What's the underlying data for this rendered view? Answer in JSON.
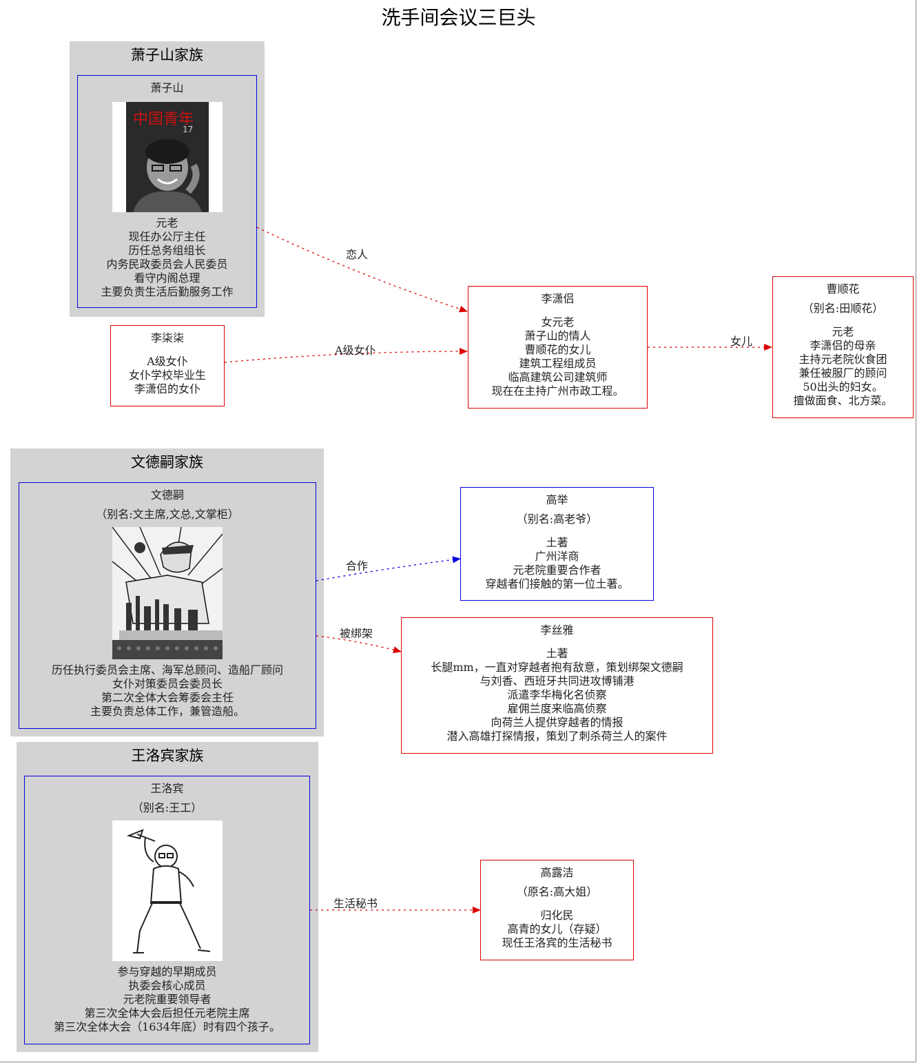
{
  "title": "洗手间会议三巨头",
  "clusters": [
    {
      "label": "萧子山家族"
    },
    {
      "label": "文德嗣家族"
    },
    {
      "label": "王洛宾家族"
    }
  ],
  "nodes": {
    "xiaozishan": {
      "name": "萧子山",
      "desc": [
        "元老",
        "现任办公厅主任",
        "历任总务组组长",
        "内务民政委员会人民委员",
        "看守内阁总理",
        "主要负责生活后勤服务工作"
      ],
      "portrait_text": "中国青年",
      "portrait_num": "17"
    },
    "liqiqi": {
      "name": "李柒柒",
      "desc": [
        "A级女仆",
        "女仆学校毕业生",
        "李潇侣的女仆"
      ]
    },
    "lixiaolv": {
      "name": "李潇侣",
      "desc": [
        "女元老",
        "萧子山的情人",
        "曹顺花的女儿",
        "建筑工程组成员",
        "临高建筑公司建筑师",
        "现在在主持广州市政工程。"
      ]
    },
    "caoshunhua": {
      "name": "曹顺花",
      "alias": "（别名:田顺花）",
      "desc": [
        "元老",
        "李潇侣的母亲",
        "主持元老院伙食团",
        "兼任被服厂的顾问",
        "50出头的妇女。",
        "擅做面食、北方菜。"
      ]
    },
    "wendesi": {
      "name": "文德嗣",
      "alias": "（别名:文主席,文总,文掌柜）",
      "desc": [
        "历任执行委员会主席、海军总顾问、造船厂顾问",
        "女仆对策委员会委员长",
        "第二次全体大会筹委会主任",
        "主要负责总体工作，兼管造船。"
      ]
    },
    "gaoju": {
      "name": "高举",
      "alias": "（别名:高老爷）",
      "desc": [
        "土著",
        "广州洋商",
        "元老院重要合作者",
        "穿越者们接触的第一位土著。"
      ]
    },
    "lisiya": {
      "name": "李丝雅",
      "desc": [
        "土著",
        "长腿mm，一直对穿越者抱有敌意，策划绑架文德嗣",
        "与刘香、西班牙共同进攻博铺港",
        "派遣李华梅化名侦察",
        "雇佣兰度来临高侦察",
        "向荷兰人提供穿越者的情报",
        "潜入高雄打探情报，策划了刺杀荷兰人的案件"
      ]
    },
    "wangluobin": {
      "name": "王洛宾",
      "alias": "（别名:王工）",
      "desc": [
        "参与穿越的早期成员",
        "执委会核心成员",
        "元老院重要领导者",
        "第三次全体大会后担任元老院主席",
        "第三次全体大会（1634年底）时有四个孩子。"
      ]
    },
    "gaolujie": {
      "name": "高露洁",
      "alias": "（原名:高大姐）",
      "desc": [
        "归化民",
        "高青的女儿（存疑）",
        "现任王洛宾的生活秘书"
      ]
    }
  },
  "edges": [
    {
      "from": "萧子山",
      "to": "李潇侣",
      "label": "恋人",
      "color": "#dd0000"
    },
    {
      "from": "李柒柒",
      "to": "李潇侣",
      "label": "A级女仆",
      "color": "#dd0000"
    },
    {
      "from": "李潇侣",
      "to": "曹顺花",
      "label": "女儿",
      "color": "#dd0000"
    },
    {
      "from": "文德嗣",
      "to": "高举",
      "label": "合作",
      "color": "#0000dd"
    },
    {
      "from": "文德嗣",
      "to": "李丝雅",
      "label": "被绑架",
      "color": "#dd0000"
    },
    {
      "from": "王洛宾",
      "to": "高露洁",
      "label": "生活秘书",
      "color": "#dd0000"
    }
  ]
}
